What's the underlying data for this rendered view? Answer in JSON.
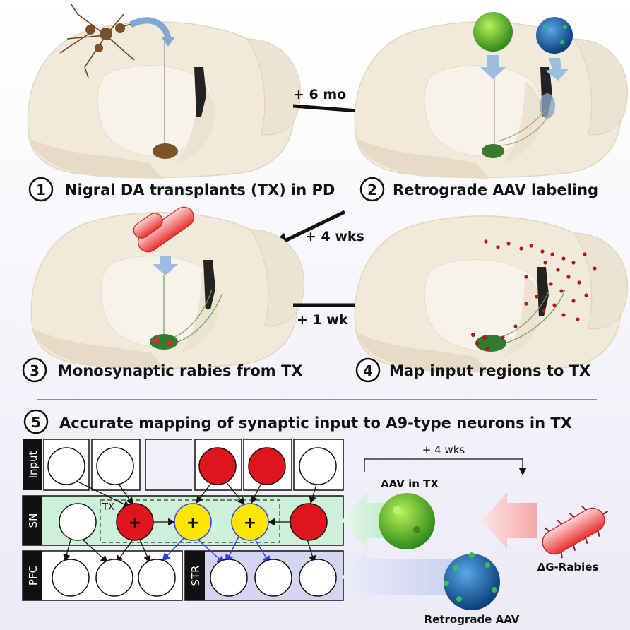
{
  "steps": [
    {
      "num": "1",
      "label": "Nigral DA transplants (TX) in PD"
    },
    {
      "num": "2",
      "label": "Retrograde AAV labeling"
    },
    {
      "num": "3",
      "label": "Monosynaptic rabies from TX"
    },
    {
      "num": "4",
      "label": "Map input regions to TX"
    }
  ],
  "arrows": {
    "a12": "+ 6 mo",
    "a23": "+ 4 wks",
    "a34": "+ 1 wk"
  },
  "section5": {
    "num": "5",
    "title": "Accurate mapping of synaptic input to A9-type neurons in TX",
    "rows": {
      "input": "Input",
      "sn": "SN",
      "pfc": "PFC",
      "str": "STR"
    },
    "tx_label": "TX",
    "plus": "+",
    "timeline": "+ 4 wks",
    "aav_tx": "AAV in TX",
    "rabies": "ΔG-Rabies",
    "retro": "Retrograde AAV"
  },
  "colors": {
    "red": "#e0141c",
    "yellow": "#ffe600",
    "sn_bg": "#cdf1d8",
    "str_bg": "#d3d5f1",
    "blue_arrow": "#3040e0"
  }
}
